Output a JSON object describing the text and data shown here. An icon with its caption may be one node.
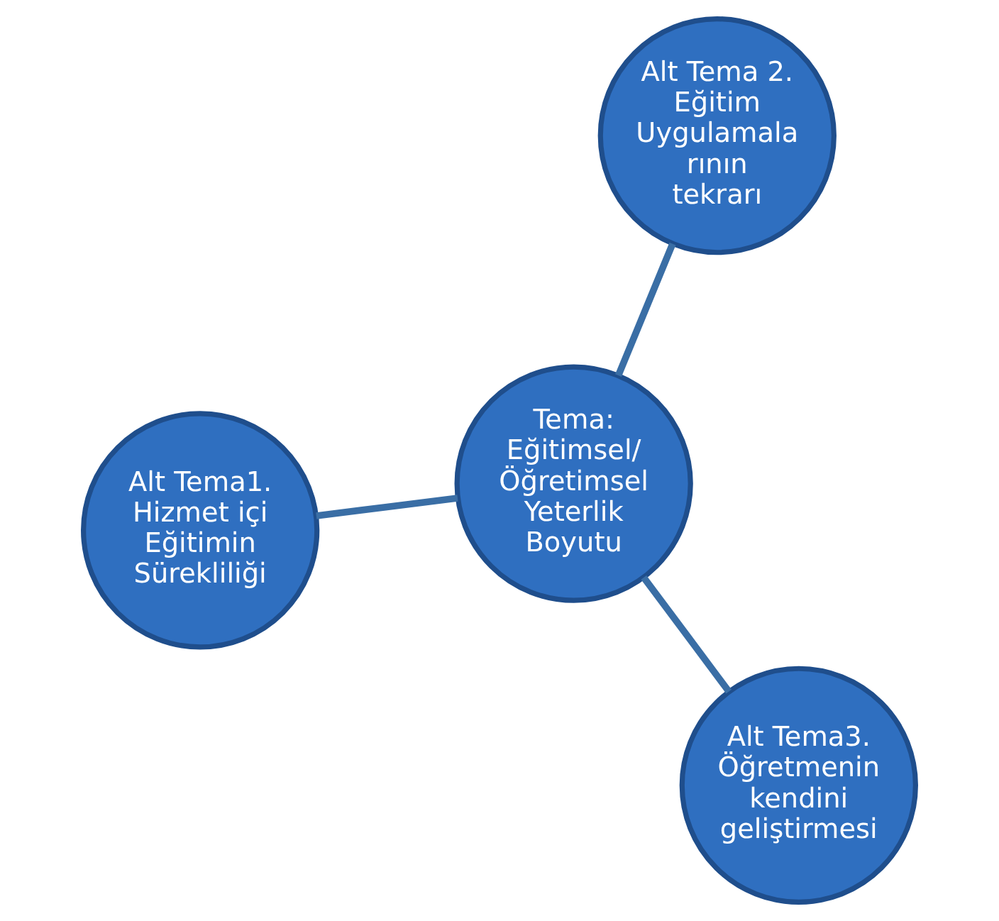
{
  "diagram": {
    "nodes": [
      {
        "text": [
          "Alt Tema1. Hizmet içi Eğitimin Sürekliliği"
        ]
      },
      {
        "text": [
          "Tema: Eğitimsel/ Öğretimsel Yeterlik Boyutu"
        ]
      },
      {
        "text": [
          "Alt Tema3. Öğretmenin kendini geliştirmesi"
        ]
      },
      {
        "text": [
          "Alt Tema 2. Eğitim Uygulamala rının tekrarı"
        ]
      }
    ],
    "edges": [
      {
        "from": 1,
        "to": 0,
        "arrow": "none"
      },
      {
        "from": 1,
        "to": 2,
        "arrow": "none"
      },
      {
        "from": 1,
        "to": 3,
        "arrow": "none"
      }
    ]
  }
}
